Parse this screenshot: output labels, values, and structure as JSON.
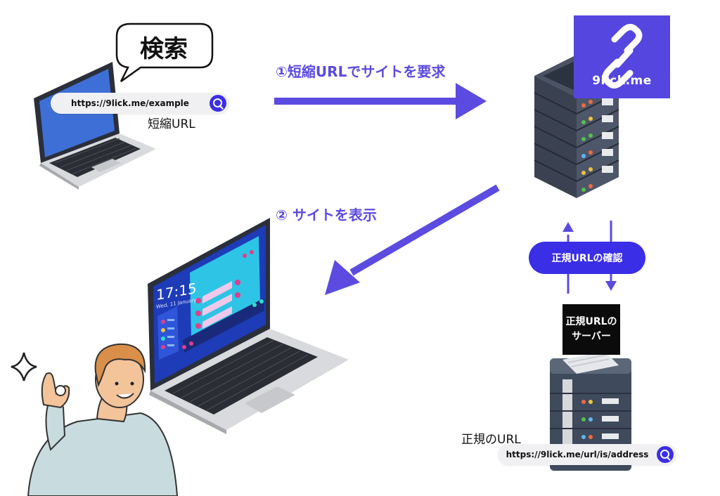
{
  "bubble": {
    "text": "検索"
  },
  "top_search": {
    "url": "https://9lick.me/example"
  },
  "short_url_label": "短縮URL",
  "step1": "①短縮URLでサイトを要求",
  "step2": "②  サイトを表示",
  "logo": {
    "text": "9lick.me"
  },
  "verify_pill": "正規URLの確認",
  "origin_server_label": {
    "line1": "正規URLの",
    "line2": "サーバー"
  },
  "canonical_label": "正規のURL",
  "bottom_search": {
    "url": "https://9lick.me/url/is/address"
  },
  "laptop_screen": {
    "time": "17:15",
    "date": "Wed, 11 January"
  },
  "colors": {
    "accent": "#5b4be0",
    "button": "#3a2ee6",
    "logo_bg": "#5546e0",
    "server": "#3f4654"
  }
}
